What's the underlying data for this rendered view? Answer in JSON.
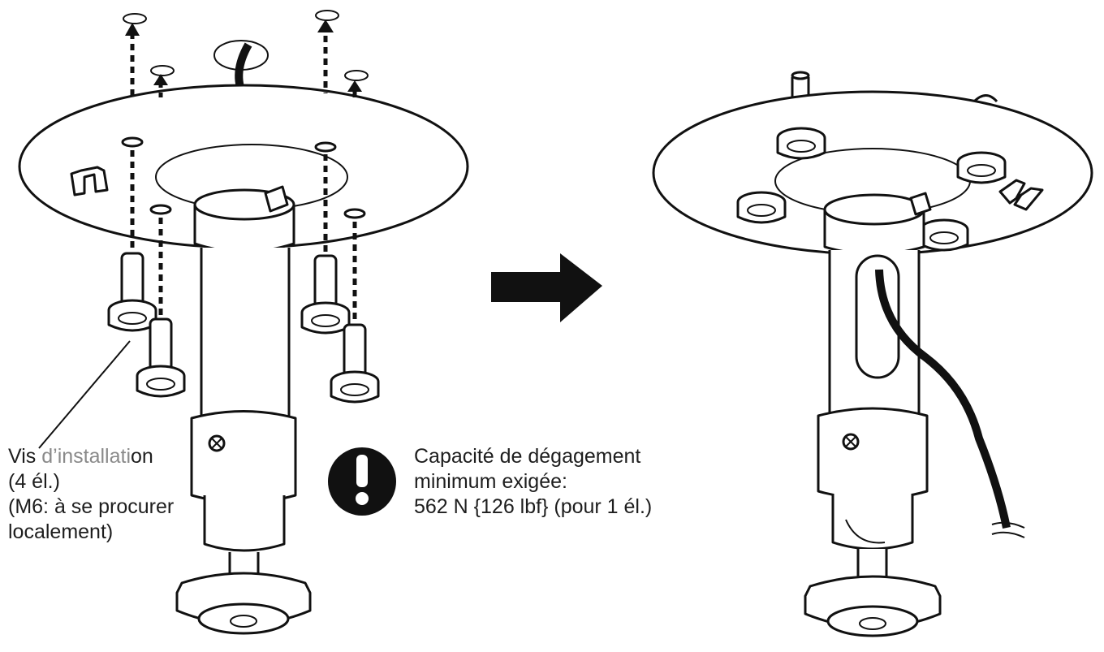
{
  "screw_label": {
    "line1_part1": "Vis ",
    "line1_gray": "d’installati",
    "line1_part2": "on",
    "line2": "(4 él.)",
    "line3": "(M6: à se procurer",
    "line4": "localement)"
  },
  "capacity_label": {
    "line1": "Capacité de dégagement",
    "line2": "minimum exigée:",
    "line3": "562 N {126 lbf} (pour 1 él.)"
  },
  "icons": {
    "warning": "exclamation-icon",
    "arrow": "right-arrow-icon"
  },
  "colors": {
    "ink": "#111111",
    "background": "#ffffff",
    "gray_text": "#8a8a8a"
  }
}
